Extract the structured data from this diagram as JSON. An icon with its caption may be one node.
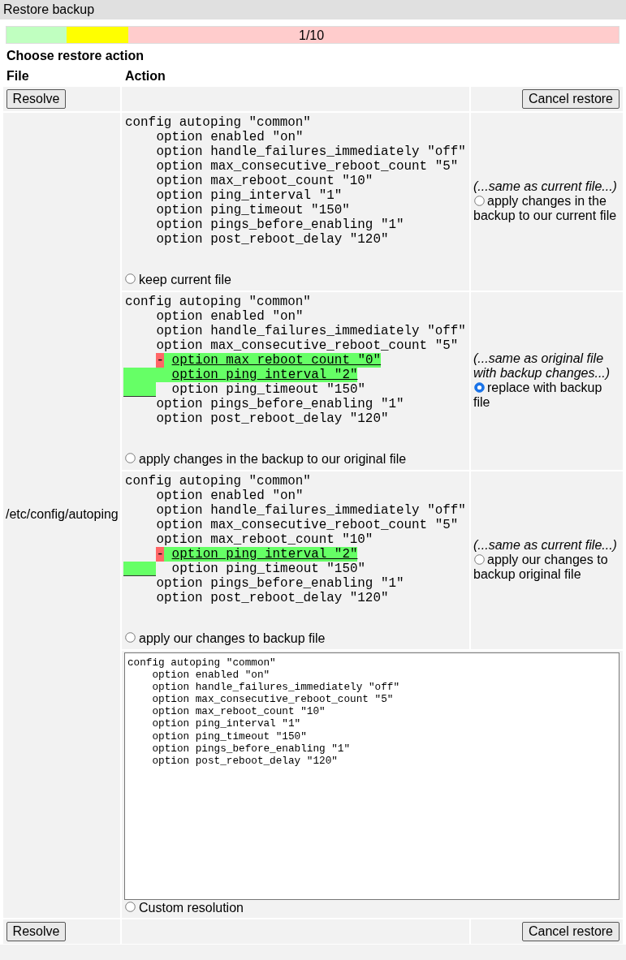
{
  "diagram": {
    "title": "Restore backup",
    "labels": [
      "1/10",
      "Choose restore action",
      "File",
      "Action",
      "Resolve",
      "Cancel restore",
      "/etc/config/autoping",
      "config autoping \"common\"",
      "option enabled \"on\"",
      "option handle_failures_immediately \"off\"",
      "option max_consecutive_reboot_count \"5\"",
      "option max_reboot_count \"10\"",
      "option ping_interval \"1\"",
      "option ping_timeout \"150\"",
      "option pings_before_enabling \"1\"",
      "option post_reboot_delay \"120\"",
      "keep current file",
      "(...same as current file...)",
      "apply changes in the backup to our current file",
      "config autoping \"common\"",
      "option enabled \"on\"",
      "option handle_failures_immediately \"off\"",
      "option max_consecutive_reboot_count \"5\"",
      "-",
      "option max_reboot_count \"0\"",
      "option ping_interval \"2\"",
      "option ping_timeout \"150\"",
      "option pings_before_enabling \"1\"",
      "option post_reboot_delay \"120\"",
      "apply changes in the backup to our original file",
      "(...same as original file with backup changes...)",
      "replace with backup file",
      "config autoping \"common\"",
      "option enabled \"on\"",
      "option handle_failures_immediately \"off\"",
      "option max_consecutive_reboot_count \"5\"",
      "option max_reboot_count \"10\"",
      "-",
      "option ping_interval \"2\"",
      "option ping_timeout \"150\"",
      "option pings_before_enabling \"1\"",
      "option post_reboot_delay \"120\"",
      "apply our changes to backup file",
      "(...same as current file...)",
      "apply our changes to backup original file",
      "config autoping \"common\"",
      "    option enabled \"on\"",
      "    option handle_failures_immediately \"off\"",
      "    option max_consecutive_reboot_count \"5\"",
      "    option max_reboot_count \"10\"",
      "    option ping_interval \"1\"",
      "    option ping_timeout \"150\"",
      "    option pings_before_enabling \"1\"",
      "    option post_reboot_delay \"120\"",
      "Custom resolution",
      "Resolve",
      "Cancel restore"
    ]
  }
}
